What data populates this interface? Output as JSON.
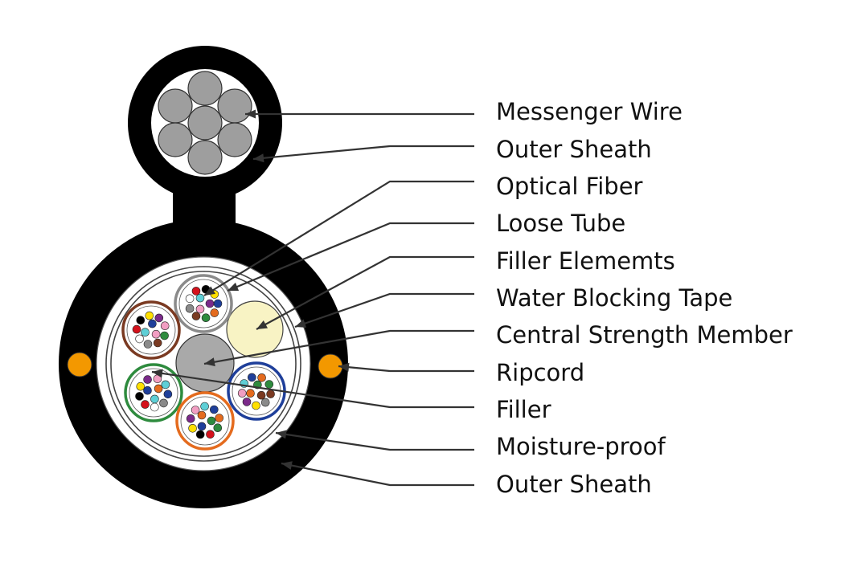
{
  "diagram": {
    "labels": [
      "Messenger Wire",
      "Outer Sheath",
      "Optical Fiber",
      "Loose Tube",
      "Filler Elememts",
      "Water Blocking Tape",
      "Central Strength Member",
      "Ripcord",
      "Filler",
      "Moisture-proof",
      "Outer Sheath"
    ],
    "colors": {
      "sheath": "#000000",
      "messenger_wire": "#9e9e9e",
      "central_strength_member": "#a9a9a9",
      "filler_element": "#f8f3c4",
      "ripcord": "#f39800",
      "leader_line": "#333333",
      "tube_colors": [
        "#8a8a8a",
        "#7a3a22",
        "#2e8b3e",
        "#e46b1e",
        "#1f3f9a"
      ],
      "fiber_colors": [
        "#1f3f9a",
        "#e46b1e",
        "#2e8b3e",
        "#7a3a22",
        "#8a8a8a",
        "#ffffff",
        "#d4121c",
        "#000000",
        "#ffe000",
        "#7b2a8a",
        "#f19ec2",
        "#5ecfd6"
      ]
    }
  }
}
